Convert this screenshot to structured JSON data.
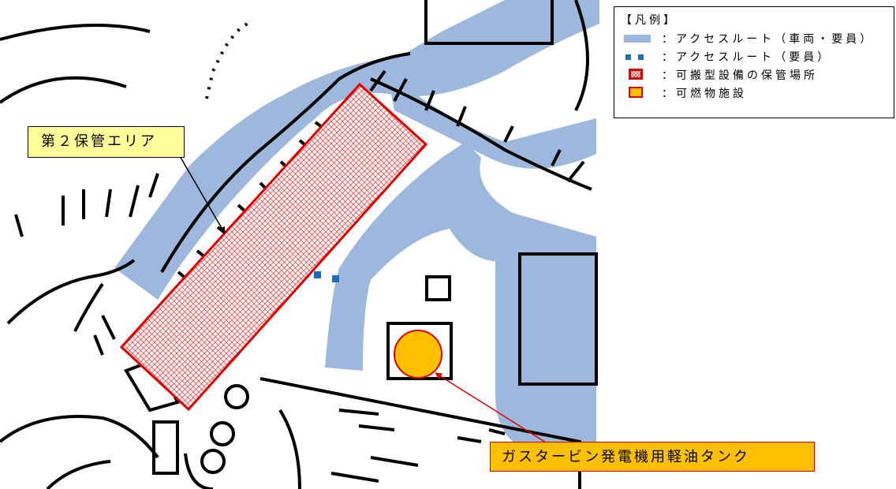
{
  "legend": {
    "title": "【凡例】",
    "items": [
      {
        "symbol": "access-route-vehicle-personnel",
        "label": "：アクセスルート（車両・要員）",
        "color": "#9db8dc"
      },
      {
        "symbol": "access-route-personnel",
        "label": "：アクセスルート（要員）",
        "color": "#1a6ec2"
      },
      {
        "symbol": "portable-equipment-storage",
        "label": "：可搬型設備の保管場所",
        "color": "#e00000"
      },
      {
        "symbol": "combustible-facility",
        "label": "：可燃物施設",
        "color": "#ffc000"
      }
    ]
  },
  "labels": {
    "storage_area": "第２保管エリア",
    "fuel_tank": "ガスタービン発電機用軽油タンク"
  },
  "colors": {
    "route_fill": "#9db8dc",
    "storage_border": "#e00000",
    "fuel_tank": "#ffc000",
    "callout_bg": "#ffff99"
  }
}
